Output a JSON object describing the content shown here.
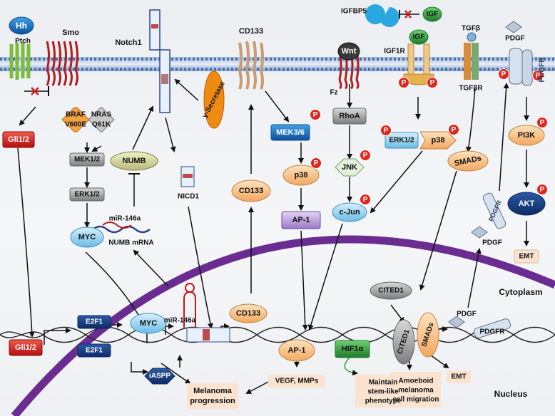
{
  "membrane": {
    "hh": "Hh",
    "smo": "Smo",
    "ptch": "Ptch",
    "notch1": "Notch1",
    "cd133": "CD133",
    "wnt": "Wnt",
    "fz": "Fz",
    "igfbp5": "IGFBP5",
    "igf_out": "IGF",
    "igf_bound": "IGF",
    "igf1r": "IGF1R",
    "tgfb": "TGFβ",
    "tgfbr": "TGFβR",
    "pdgf_top": "PDGF",
    "pdgfr_top": "PDGFR"
  },
  "cytoplasm": {
    "gli": "Gli1/2",
    "braf_1": "BRAF",
    "braf_2": "V600E",
    "nras_1": "NRAS",
    "nras_2": "Q61K",
    "mek12": "MEK1/2",
    "erk12_left": "ERK1/2",
    "myc_cyto": "MYC",
    "numb": "NUMB",
    "mir146a_cyto": "miR-146a",
    "numb_mrna": "NUMB mRNA",
    "gamma_secretase": "γ-Secretase",
    "nicd1": "NICD1",
    "cd133_cyto": "CD133",
    "mek36": "MEK3/6",
    "p38_mid": "p38",
    "ap1_cyto": "AP-1",
    "rhoa": "RhoA",
    "jnk": "JNK",
    "cjun": "c-Jun",
    "erk12_right": "ERK1/2",
    "p38_right": "p38",
    "smads_cyto": "SMADs",
    "pi3k": "PI3K",
    "akt": "AKT",
    "emt_right": "EMT",
    "pdgfr_mid": "PDGFR",
    "pdgf_mid": "PDGF",
    "cited1_cyto": "CITED1",
    "cytoplasm_label": "Cytoplasm",
    "phos": "P"
  },
  "nucleus": {
    "gli_nuc": "Gli1/2",
    "e2f1_a": "E2F1",
    "e2f1_b": "E2F1",
    "myc_nuc": "MYC",
    "mir146a_nuc": "miR-146a",
    "cd133_nuc": "CD133",
    "iaspp": "iASPP",
    "melanoma_1": "Melanoma",
    "melanoma_2": "progression",
    "ap1_nuc": "AP-1",
    "vegf": "VEGF, MMPs",
    "hif1a": "HIF1α",
    "stem_1": "Maintain",
    "stem_2": "stem-like",
    "stem_3": "phenotype",
    "cited1_nuc": "CITED1",
    "smads_nuc": "SMADs",
    "amoeboid_1": "Amoeboid",
    "amoeboid_2": "melanoma",
    "amoeboid_3": "cell migration",
    "emt_nuc": "EMT",
    "pdgf_nuc": "PDGF",
    "pdgfr_nuc": "PDGFR",
    "nucleus_label": "Nucleus"
  },
  "colors": {
    "red_node": "#d7191c",
    "blue_node": "#1e73be",
    "orange_node": "#f9c58a",
    "grey_node": "#8c8c8c",
    "lightblue_node": "#7fc8ee",
    "purple_node": "#b79ad8",
    "green_node": "#2e9a3c",
    "membrane": "#5a7fb5",
    "nuclear_envelope": "#6a2c91",
    "dna": "#222222",
    "phospho": "#e0261b",
    "peach_box": "#fbe3cf"
  }
}
